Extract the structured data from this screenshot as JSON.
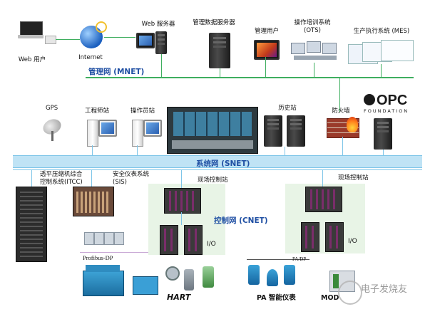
{
  "networks": {
    "mnet": "管理网 (MNET)",
    "snet": "系统网 (SNET)",
    "cnet": "控制网 (CNET)"
  },
  "nodes": {
    "web_user": "Web 用户",
    "internet": "Internet",
    "web_server": "Web 服务器",
    "mgmt_db_server": "管理数据服务器",
    "mgmt_user": "管理用户",
    "ots_line1": "操作培训系统",
    "ots_line2": "(OTS)",
    "mes": "生产执行系统 (MES)",
    "gps": "GPS",
    "engineer_station": "工程师站",
    "operator_station": "操作员站",
    "history_station": "历史站",
    "firewall": "防火墙",
    "opc_logo": "OPC",
    "opc_foundation": "FOUNDATION",
    "itcc_line1": "透平压缩机综合",
    "itcc_line2": "控制系统(ITCC)",
    "sis_line1": "安全仪表系统",
    "sis_line2": "(SIS)",
    "field_station_1": "现场控制站",
    "field_station_2": "现场控制站",
    "io_1": "I/O",
    "io_2": "I/O",
    "profibus": "Profibus-DP",
    "hart": "HART",
    "pa_instrument": "PA 智能仪表",
    "pa_dp": "PA/DP",
    "modbus": "MOD",
    "watermark": "电子发烧友"
  },
  "colors": {
    "mnet_line": "#3fae5f",
    "snet_bus": "#bfe3f5",
    "zone": "#e8f4e6",
    "label_blue": "#1f4fa3"
  }
}
